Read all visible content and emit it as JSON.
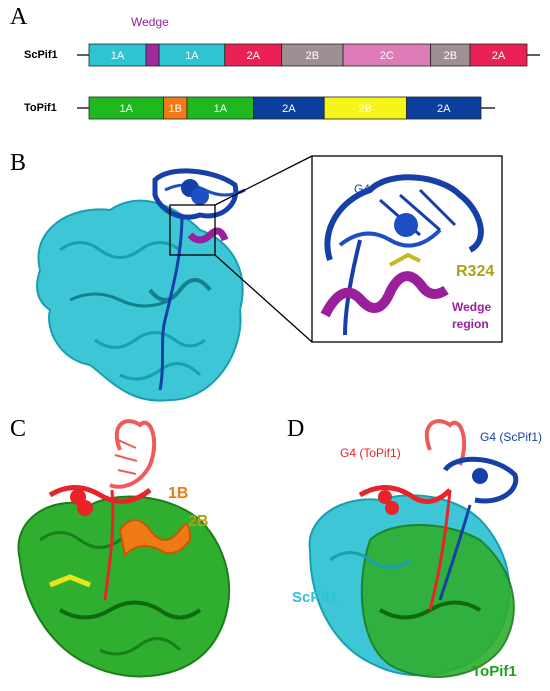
{
  "panels": {
    "A": "A",
    "B": "B",
    "C": "C",
    "D": "D"
  },
  "panel_a": {
    "wedge_label": "Wedge",
    "rows": [
      {
        "name": "ScPif1",
        "domains": [
          {
            "label": "1A",
            "color": "#2ec4d1",
            "start": 0.0,
            "end": 0.13
          },
          {
            "label": "",
            "color": "#9c2a9c",
            "start": 0.13,
            "end": 0.16
          },
          {
            "label": "1A",
            "color": "#2ec4d1",
            "start": 0.16,
            "end": 0.31
          },
          {
            "label": "2A",
            "color": "#ea2155",
            "start": 0.31,
            "end": 0.44
          },
          {
            "label": "2B",
            "color": "#9e8f92",
            "start": 0.44,
            "end": 0.58
          },
          {
            "label": "2C",
            "color": "#de7cb8",
            "start": 0.58,
            "end": 0.78
          },
          {
            "label": "2B",
            "color": "#9e8f92",
            "start": 0.78,
            "end": 0.87
          },
          {
            "label": "2A",
            "color": "#ea2155",
            "start": 0.87,
            "end": 1.0
          }
        ]
      },
      {
        "name": "ToPif1",
        "domains": [
          {
            "label": "1A",
            "color": "#1fb81f",
            "start": 0.0,
            "end": 0.19
          },
          {
            "label": "1B",
            "color": "#f07a15",
            "start": 0.19,
            "end": 0.25
          },
          {
            "label": "1A",
            "color": "#1fb81f",
            "start": 0.25,
            "end": 0.42
          },
          {
            "label": "2A",
            "color": "#0b3f9e",
            "start": 0.42,
            "end": 0.6
          },
          {
            "label": "2B",
            "color": "#f5f51a",
            "start": 0.6,
            "end": 0.81
          },
          {
            "label": "2A",
            "color": "#0b3f9e",
            "start": 0.81,
            "end": 1.0
          }
        ]
      }
    ]
  },
  "panel_b": {
    "g4": "G4",
    "residue": "R324",
    "wedge_line1": "Wedge",
    "wedge_line2": "region"
  },
  "panel_c": {
    "label_1b": "1B",
    "label_2b": "2B"
  },
  "panel_d": {
    "g4_topif1": "G4 (ToPif1)",
    "g4_scpif1": "G4 (ScPif1)",
    "scpif1": "ScPif1",
    "topif1": "ToPif1"
  },
  "colors": {
    "cyan": "#2ec4d1",
    "green": "#1f9e1f",
    "navy": "#1640a8",
    "red": "#e8232a",
    "magenta": "#9a1f9a",
    "orange": "#f07a15",
    "olive": "#b0a010"
  }
}
